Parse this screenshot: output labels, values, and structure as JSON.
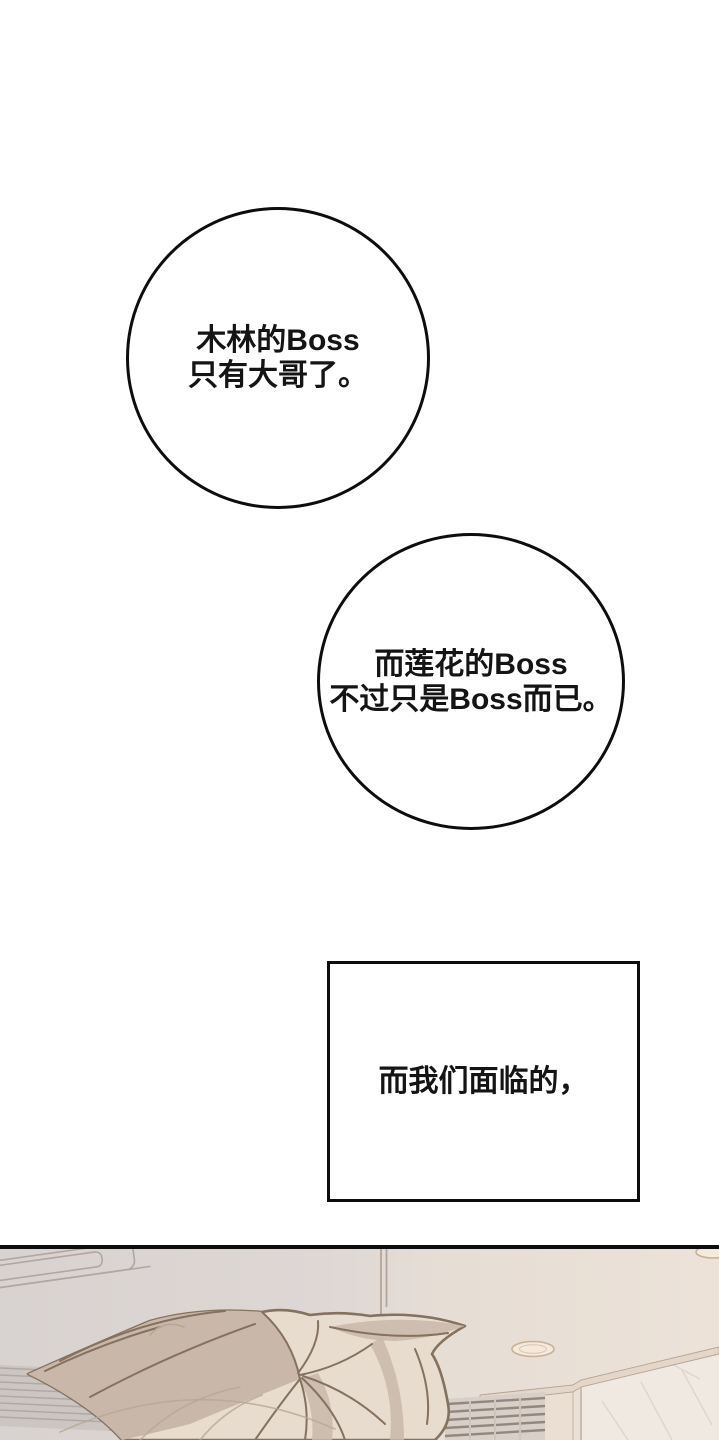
{
  "page": {
    "background": "#ffffff",
    "ink": "#0d0d0d"
  },
  "speech": {
    "bubble1": {
      "line1": "木林的Boss",
      "line2": "只有大哥了。"
    },
    "bubble2": {
      "line1": "而莲花的Boss",
      "line2": "不过只是Boss而已。"
    },
    "caption": {
      "line1": "而我们面临的，"
    }
  },
  "scene": {
    "colors": {
      "ceiling_left": "#d8d2d0",
      "ceiling_right": "#ece2d8",
      "hair_light": "#e7dcce",
      "hair_dark": "#c9b8a9",
      "hair_outline": "#84715e",
      "wall_marble": "#efe9e2",
      "molding": "#e4d7c9",
      "pillar": "#eadfd2",
      "grille_slat": "#94887e",
      "vent_line": "#b0a8a4",
      "cord": "#b5a499",
      "lamp_ring": "#c9b096",
      "panel_border": "#0d0d0d"
    }
  }
}
